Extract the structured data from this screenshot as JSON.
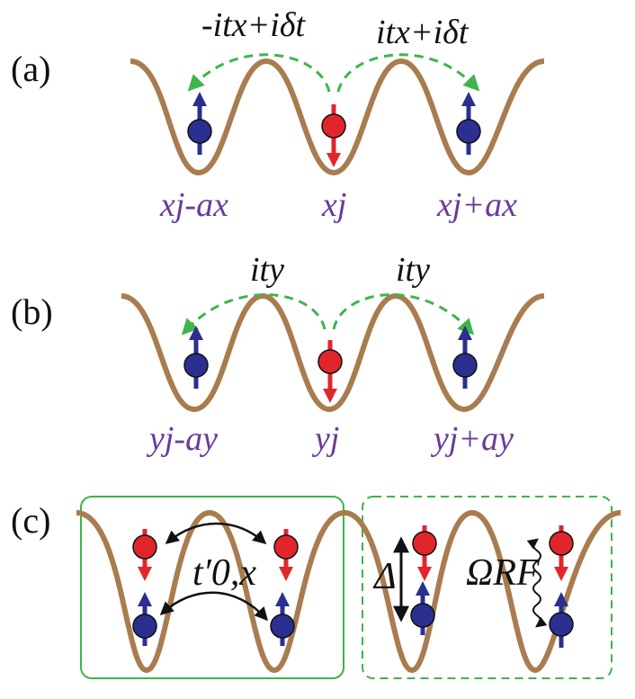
{
  "colors": {
    "potential": "#A97C4F",
    "hop_arrow": "#3DB54A",
    "spin_up": "#2B2F8F",
    "spin_down": "#E1262B",
    "site_text": "#6A3A9A",
    "box": "#3DB54A"
  },
  "panels": {
    "a": {
      "label": "(a)",
      "hop_left": "-itx+iδt",
      "hop_right": "itx+iδt",
      "site_left": "xj-ax",
      "site_center": "xj",
      "site_right": "xj+ax"
    },
    "b": {
      "label": "(b)",
      "hop_left": "ity",
      "hop_right": "ity",
      "site_left": "yj-ay",
      "site_center": "yj",
      "site_right": "yj+ay"
    },
    "c": {
      "label": "(c)",
      "tunneling": "t′0,x",
      "delta": "Δ",
      "omega": "ΩRF"
    }
  }
}
